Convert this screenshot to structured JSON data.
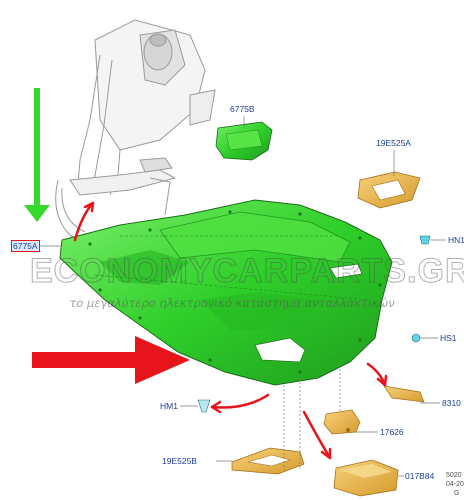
{
  "colors": {
    "shield_green": "#2fcf2a",
    "part_gold": "#e8b64a",
    "callout_blue": "#1d3f9c",
    "arrow_red": "#e8141b",
    "arrow_green": "#35d92b",
    "line_gray": "#888888"
  },
  "callouts": {
    "c6775B": "6775B",
    "c19E525A": "19E525A",
    "c6775A": "6775A",
    "cHN1": "HN1",
    "cHS1": "HS1",
    "cHM1": "HM1",
    "c8310": "8310",
    "c17626": "17626",
    "c19E525B": "19E525B",
    "c017B84": "017B84"
  },
  "watermark": {
    "title": "ECONOMYCARPARTS.GR",
    "subtitle": "το μεγαλύτερο ηλεκτρονικό κατάστημα ανταλλακτικών",
    "logo_text": "ECONOMYCARPARTS.GR"
  },
  "corner": {
    "line1": "5020",
    "line2": "04-20",
    "line3": "G"
  }
}
